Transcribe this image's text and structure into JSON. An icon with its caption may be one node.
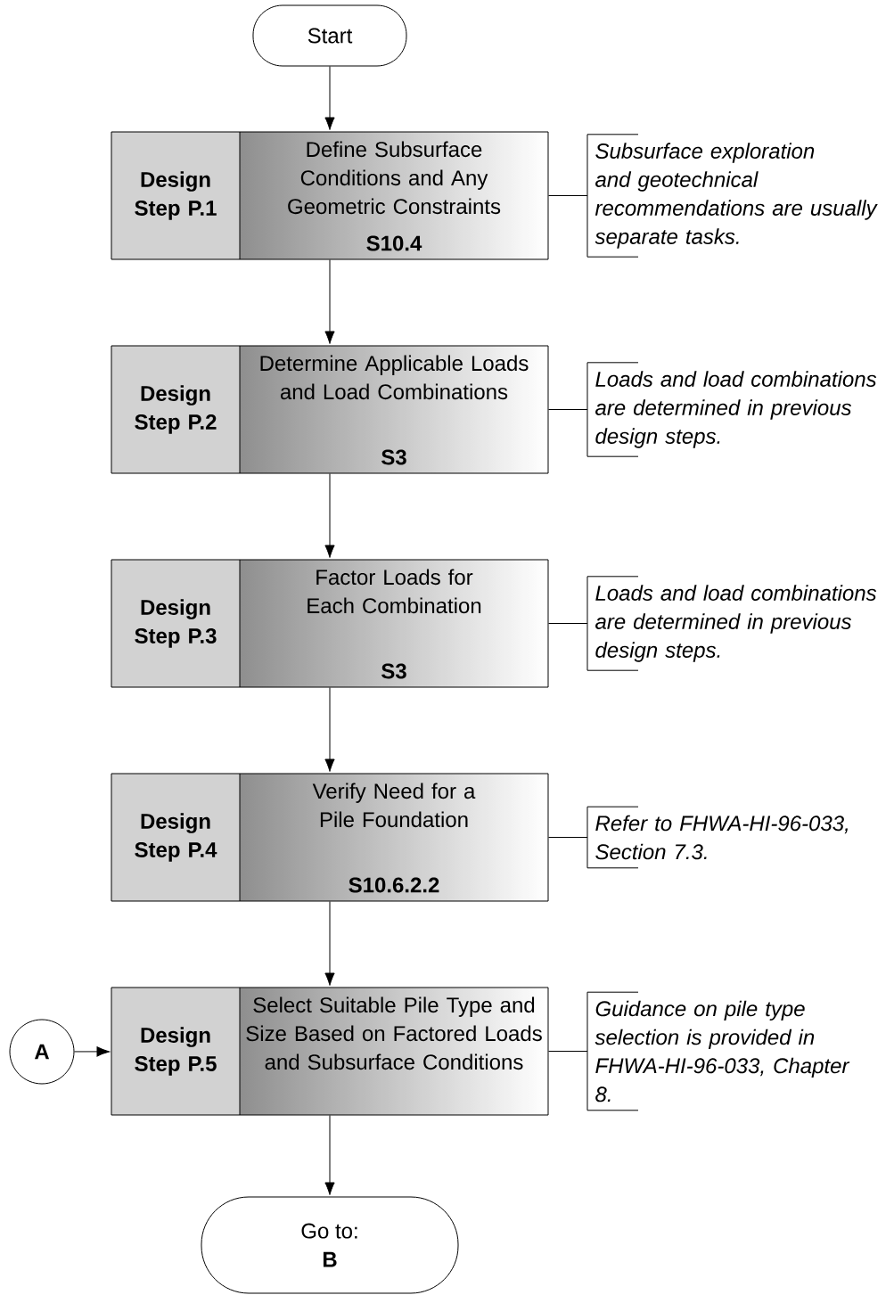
{
  "diagram": {
    "nodes": [
      {
        "text": [
          "Start"
        ]
      },
      {
        "text": [
          "Design Step P.1",
          "Define Subsurface Conditions and Any Geometric Constraints",
          "S10.4"
        ]
      },
      {
        "text": [
          "Subsurface exploration and geotechnical recommendations are usually separate tasks."
        ]
      },
      {
        "text": [
          "Design Step P.2",
          "Determine Applicable Loads and Load Combinations",
          "S3"
        ]
      },
      {
        "text": [
          "Loads and load combinations are determined in previous design steps."
        ]
      },
      {
        "text": [
          "Design Step P.3",
          "Factor Loads for Each Combination",
          "S3"
        ]
      },
      {
        "text": [
          "Loads and load combinations are determined in previous design steps."
        ]
      },
      {
        "text": [
          "Design Step P.4",
          "Verify Need for a Pile Foundation",
          "S10.6.2.2"
        ]
      },
      {
        "text": [
          "Refer to FHWA-HI-96-033, Section 7.3."
        ]
      },
      {
        "text": [
          "A"
        ]
      },
      {
        "text": [
          "Design Step P.5",
          "Select Suitable Pile Type and Size Based on Factored Loads and Subsurface Conditions"
        ]
      },
      {
        "text": [
          "Guidance on pile type selection is provided in FHWA-HI-96-033, Chapter 8."
        ]
      },
      {
        "text": [
          "Go to:",
          "B"
        ]
      }
    ],
    "edges": [
      {
        "from": 0,
        "to": 1,
        "arrow": "to"
      },
      {
        "from": 2,
        "to": 1,
        "arrow": "none"
      },
      {
        "from": 1,
        "to": 3,
        "arrow": "to"
      },
      {
        "from": 4,
        "to": 3,
        "arrow": "none"
      },
      {
        "from": 3,
        "to": 5,
        "arrow": "to"
      },
      {
        "from": 6,
        "to": 5,
        "arrow": "none"
      },
      {
        "from": 5,
        "to": 7,
        "arrow": "to"
      },
      {
        "from": 8,
        "to": 7,
        "arrow": "none"
      },
      {
        "from": 7,
        "to": 10,
        "arrow": "to"
      },
      {
        "from": 9,
        "to": 10,
        "arrow": "to"
      },
      {
        "from": 11,
        "to": 10,
        "arrow": "none"
      },
      {
        "from": 10,
        "to": 12,
        "arrow": "to"
      }
    ]
  }
}
